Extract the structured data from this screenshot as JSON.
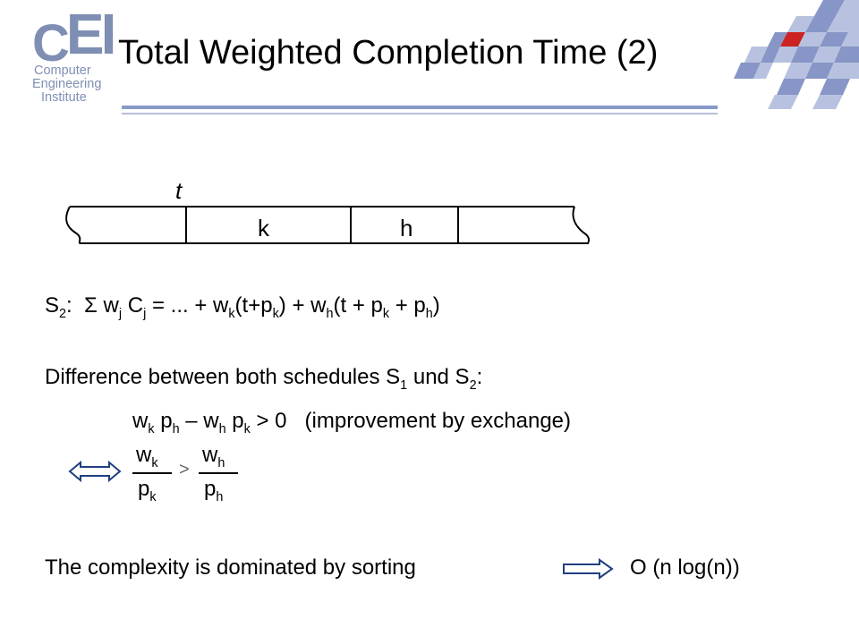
{
  "logo": {
    "letters_c": "C",
    "letters_ei": "EI",
    "line1": "Computer",
    "line2": "Engineering",
    "line3": "Institute"
  },
  "slide": {
    "title": "Total Weighted Completion Time (2)"
  },
  "timeline": {
    "time_label": "t",
    "job1": "k",
    "job2": "h"
  },
  "text": {
    "s2_prefix": "S",
    "s2_sub": "2",
    "s2_colon": ":",
    "sigma": "Σ",
    "difference_line": "Difference between both schedules S",
    "difference_s1_sub": "1",
    "difference_und": " und S",
    "difference_s2_sub": "2",
    "difference_end": ":",
    "improvement_note": "(improvement by exchange)",
    "complexity": "The complexity is dominated by sorting",
    "big_o": "O (n log(n))"
  },
  "fraction": {
    "num_left": "w",
    "num_left_sub": "k",
    "den_left": "p",
    "den_left_sub": "k",
    "operator": ">",
    "num_right": "w",
    "num_right_sub": "h",
    "den_right": "p",
    "den_right_sub": "h"
  }
}
